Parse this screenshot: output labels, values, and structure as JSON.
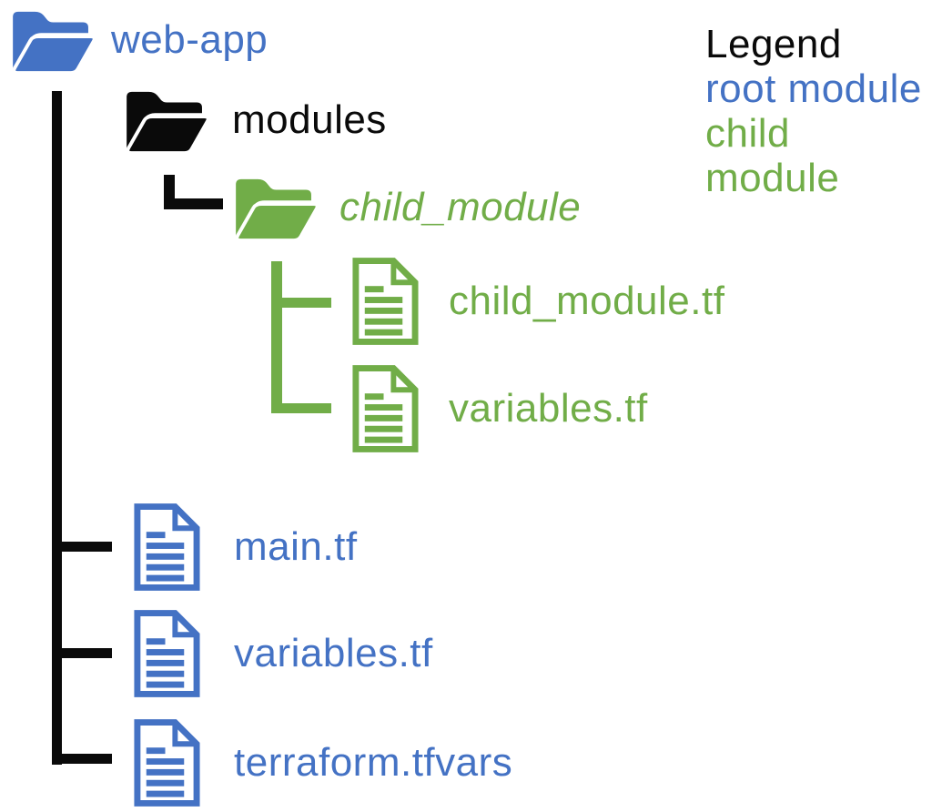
{
  "colors": {
    "root_module": "#4472C4",
    "child_module": "#71AD48",
    "neutral": "#0A0A0A"
  },
  "tree": {
    "nodes": [
      {
        "label": "web-app",
        "type": "folder",
        "module_role": "root module",
        "depth": 0
      },
      {
        "label": "modules",
        "type": "folder",
        "module_role": "",
        "depth": 1
      },
      {
        "label": "child_module",
        "type": "folder",
        "module_role": "child module",
        "depth": 2
      },
      {
        "label": "child_module.tf",
        "type": "file",
        "module_role": "child module",
        "depth": 3
      },
      {
        "label": "variables.tf",
        "type": "file",
        "module_role": "child module",
        "depth": 3
      },
      {
        "label": "main.tf",
        "type": "file",
        "module_role": "root module",
        "depth": 1
      },
      {
        "label": "variables.tf",
        "type": "file",
        "module_role": "root module",
        "depth": 1
      },
      {
        "label": "terraform.tfvars",
        "type": "file",
        "module_role": "root module",
        "depth": 1
      }
    ]
  },
  "legend": {
    "title": "Legend",
    "entries": [
      {
        "label": "root module",
        "color": "#4472C4"
      },
      {
        "label": "child module",
        "color": "#71AD48"
      }
    ]
  }
}
